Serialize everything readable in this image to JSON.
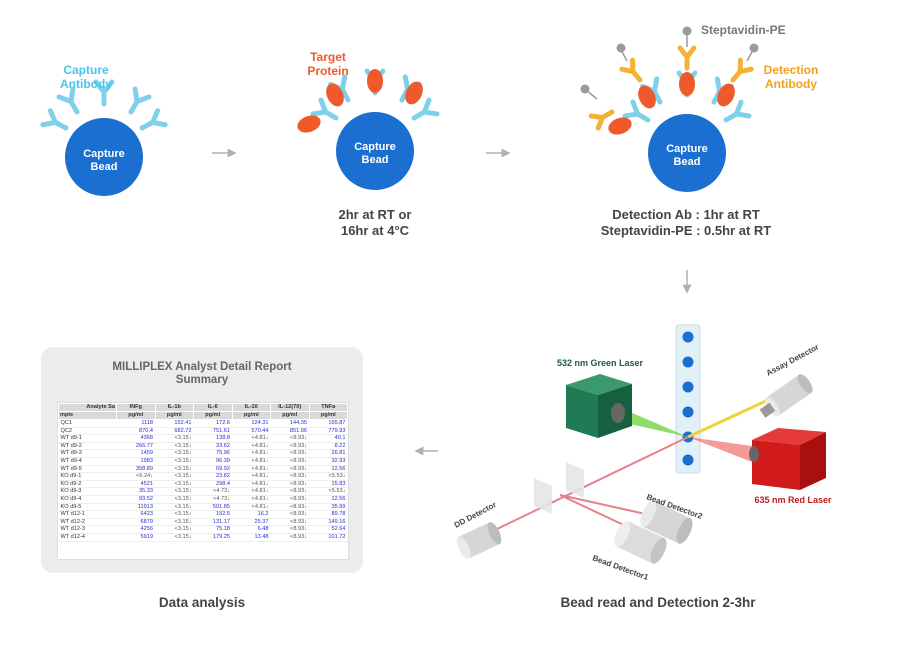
{
  "step1": {
    "capture_antibody": [
      "Capture",
      "Antibody"
    ],
    "bead": [
      "Capture",
      "Bead"
    ]
  },
  "step2": {
    "target_protein": [
      "Target",
      "Protein"
    ],
    "bead": [
      "Capture",
      "Bead"
    ],
    "time": [
      "2hr at RT or",
      "16hr at 4°C"
    ]
  },
  "step3": {
    "streptavidin": "Steptavidin-PE",
    "detection_antibody": [
      "Detection",
      "Antibody"
    ],
    "bead": [
      "Capture",
      "Bead"
    ],
    "time": [
      "Detection Ab : 1hr at RT",
      "Steptavidin-PE : 0.5hr at RT"
    ]
  },
  "instrument": {
    "green_laser": "532 nm Green Laser",
    "red_laser": "635 nm Red Laser",
    "assay_detector": "Assay Detector",
    "dd_detector": "DD Detector",
    "bead_detector_1": "Bead Detector1",
    "bead_detector_2": "Bead Detector2",
    "caption": "Bead read and Detection 2-3hr"
  },
  "report": {
    "title": [
      "MILLIPLEX Analyst Detail Report",
      "Summary"
    ],
    "corner_top": "Analyte  Sa",
    "corner_bottom": "mple",
    "analytes": [
      "INFg",
      "IL-1b",
      "IL-6",
      "IL-10",
      "IL-12(70)",
      "TNFa"
    ],
    "units": [
      "pg/ml",
      "pg/ml",
      "pg/ml",
      "pg/ml",
      "pg/ml",
      "pg/ml"
    ],
    "rows": [
      [
        "QC1",
        "1118",
        "152.41",
        "172.6",
        "124.31",
        "144.35",
        "165.87"
      ],
      [
        "QC2",
        "870.4",
        "682.72",
        "751.61",
        "570.44",
        "851.96",
        "779.93"
      ],
      [
        "WT d9-1",
        "4368",
        "<3.15↓",
        "138.8",
        "<4.81↓",
        "<8.93↓",
        "40.1"
      ],
      [
        "WT d9-2",
        "266.77",
        "<3.15↓",
        "33.62",
        "<4.81↓",
        "<8.93↓",
        "8.22"
      ],
      [
        "WT d9-3",
        "1459",
        "<3.15↓",
        "75.96",
        "<4.81↓",
        "<8.93↓",
        "26.81"
      ],
      [
        "WT d9-4",
        "1983",
        "<3.15↓",
        "96.39",
        "<4.81↓",
        "<8.93↓",
        "32.93"
      ],
      [
        "WT d9-5",
        "358.89",
        "<3.15↓",
        "69.92",
        "<4.81↓",
        "<8.93↓",
        "12.56"
      ],
      [
        "KO d9-1",
        "<6.24↓",
        "<3.15↓",
        "23.82",
        "<4.81↓",
        "<8.93↓",
        "<5.53↓"
      ],
      [
        "KO d9-2",
        "4521",
        "<3.15↓",
        "298.4",
        "<4.81↓",
        "<8.93↓",
        "15.83"
      ],
      [
        "KO d9-3",
        "35.33",
        "<3.15↓",
        "<4.73↓",
        "<4.81↓",
        "<8.93↓",
        "<5.53↓"
      ],
      [
        "KO d9-4",
        "93.52",
        "<3.15↓",
        "<4.73↓",
        "<4.81↓",
        "<8.93↓",
        "12.56"
      ],
      [
        "KO d9-5",
        "11913",
        "<3.15↓",
        "501.85",
        "<4.81↓",
        "<8.93↓",
        "35.99"
      ],
      [
        "WT d12-1",
        "6423",
        "<3.15↓",
        "152.5",
        "16.2",
        "<8.93↓",
        "89.78"
      ],
      [
        "WT d12-2",
        "6879",
        "<3.15↓",
        "131.17",
        "25.37",
        "<8.93↓",
        "149.16"
      ],
      [
        "WT d12-3",
        "4256",
        "<3.15↓",
        "75.18",
        "6.48",
        "<8.93↓",
        "52.64"
      ],
      [
        "WT d12-4",
        "5919",
        "<3.15↓",
        "179.25",
        "13.48",
        "<8.93↓",
        "101.72"
      ]
    ],
    "caption": "Data analysis"
  },
  "colors": {
    "bead": "#1a6fd0",
    "capture_antibody": "#7fd0ea",
    "target_protein": "#ef5a2a",
    "detection_antibody": "#f2b233",
    "streptavidin": "#9a9a9a",
    "green_laser": "#1f7a55",
    "red_laser": "#d11a1a",
    "arrow": "#b0b0b0"
  }
}
